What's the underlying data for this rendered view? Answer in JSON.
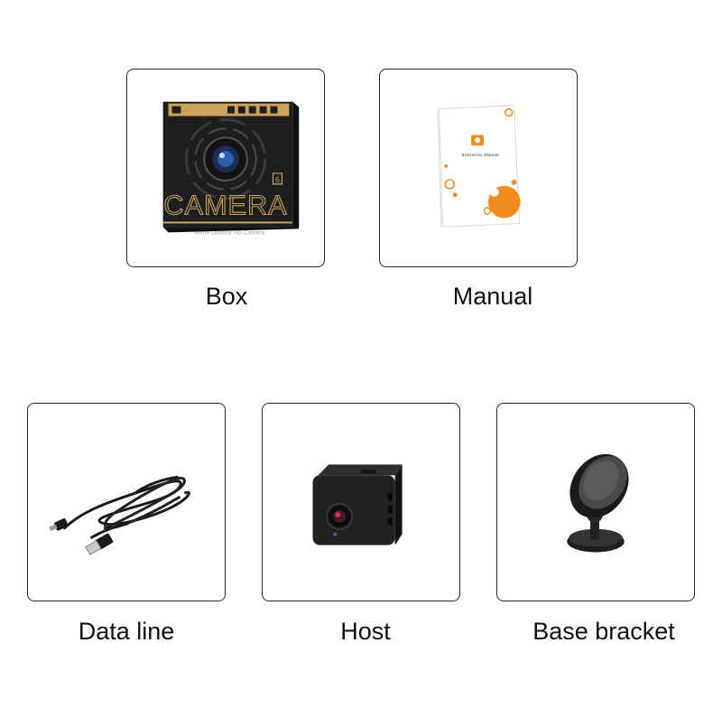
{
  "items": [
    {
      "label": "Box",
      "icon": "camera-box-icon"
    },
    {
      "label": "Manual",
      "icon": "manual-booklet-icon"
    },
    {
      "label": "Data line",
      "icon": "usb-cable-icon"
    },
    {
      "label": "Host",
      "icon": "mini-camera-icon"
    },
    {
      "label": "Base bracket",
      "icon": "magnetic-bracket-icon"
    }
  ],
  "box_art": {
    "brand": "CAMERA",
    "subtitle": "Home Outdoor HD Camera"
  },
  "manual_art": {
    "title": "Instruction Manual"
  },
  "colors": {
    "box_dark": "#1e1e1e",
    "box_gold": "#c9a45a",
    "manual_orange": "#f28b1e",
    "card_border": "#2a2a2a"
  }
}
